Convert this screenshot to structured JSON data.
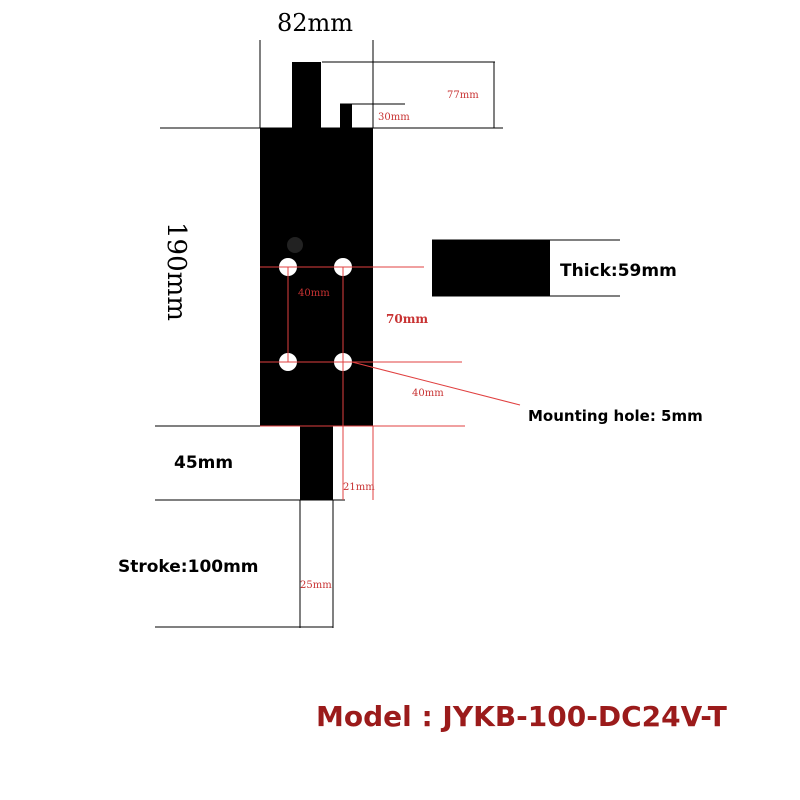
{
  "colors": {
    "body": "#000000",
    "dim_line": "#000000",
    "guide_red": "#e04040",
    "dim_text_red": "#c83232",
    "model_red": "#9b1b1b",
    "white": "#ffffff"
  },
  "dimensions": {
    "width_top": "82mm",
    "rod_top": "77mm",
    "small_pin": "30mm",
    "height_body": "190mm",
    "thick": "Thick:59mm",
    "hole_spacing_h": "40mm",
    "hole_spacing_v": "70mm",
    "hole_spacing_h2": "40mm",
    "mounting_hole": "Mounting hole: 5mm",
    "rod_length": "45mm",
    "rod_width": "21mm",
    "stroke": "Stroke:100mm",
    "stroke_width": "25mm"
  },
  "model": {
    "label": "Model : JYKB-100-DC24V-T"
  }
}
